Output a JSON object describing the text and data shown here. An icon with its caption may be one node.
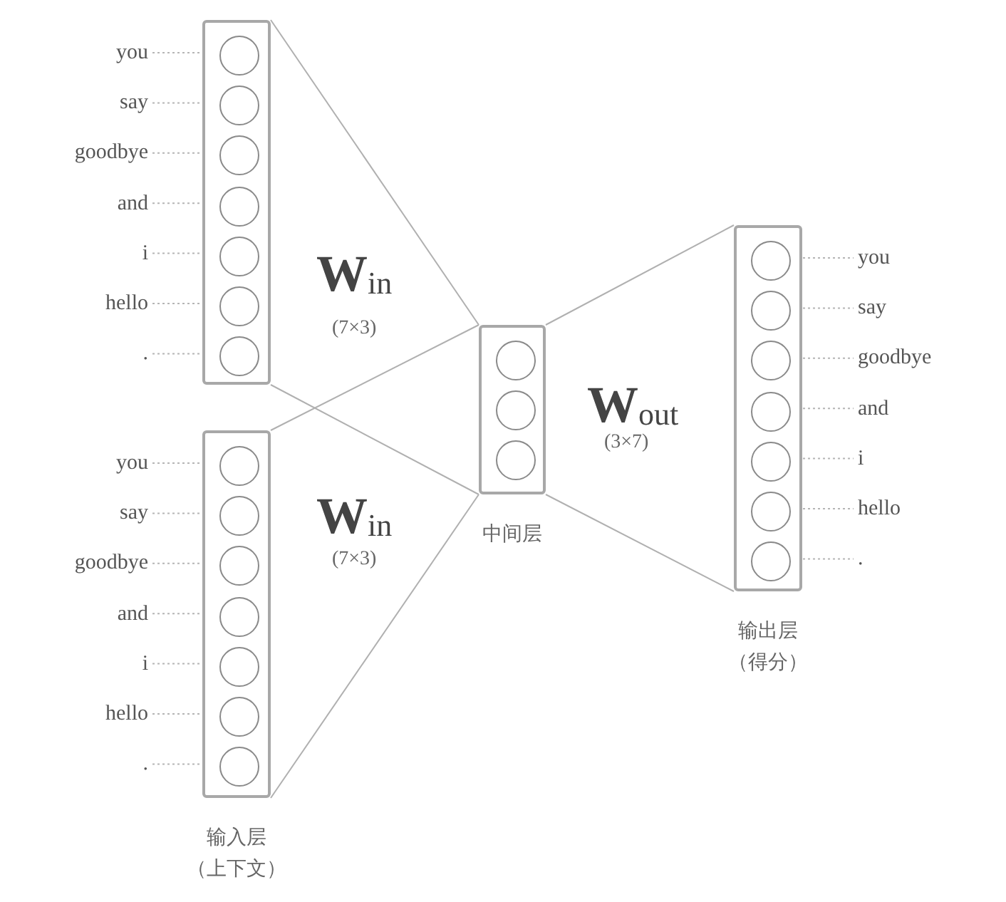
{
  "diagram": {
    "nodes": [
      {
        "text": [],
        "shape": "box"
      },
      {
        "text": [],
        "shape": "circle",
        "in": 0
      },
      {
        "text": [],
        "shape": "circle",
        "in": 0
      },
      {
        "text": [],
        "shape": "circle",
        "in": 0
      },
      {
        "text": [],
        "shape": "circle",
        "in": 0
      },
      {
        "text": [],
        "shape": "circle",
        "in": 0
      },
      {
        "text": [],
        "shape": "circle",
        "in": 0
      },
      {
        "text": [],
        "shape": "circle",
        "in": 0
      },
      {
        "text": [
          "you"
        ]
      },
      {
        "text": [
          "say"
        ]
      },
      {
        "text": [
          "goodbye"
        ]
      },
      {
        "text": [
          "and"
        ]
      },
      {
        "text": [
          "i"
        ]
      },
      {
        "text": [
          "hello"
        ]
      },
      {
        "text": [
          "."
        ]
      },
      {
        "text": [
          "输入层",
          "（上下文）"
        ]
      },
      {
        "text": [],
        "shape": "circle",
        "in": 15
      },
      {
        "text": [],
        "shape": "circle",
        "in": 15
      },
      {
        "text": [],
        "shape": "circle",
        "in": 15
      },
      {
        "text": [],
        "shape": "circle",
        "in": 15
      },
      {
        "text": [],
        "shape": "circle",
        "in": 15
      },
      {
        "text": [],
        "shape": "circle",
        "in": 15
      },
      {
        "text": [],
        "shape": "circle",
        "in": 15
      },
      {
        "text": [
          "you"
        ]
      },
      {
        "text": [
          "say"
        ]
      },
      {
        "text": [
          "goodbye"
        ]
      },
      {
        "text": [
          "and"
        ]
      },
      {
        "text": [
          "i"
        ]
      },
      {
        "text": [
          "hello"
        ]
      },
      {
        "text": [
          "."
        ]
      },
      {
        "text": [
          "中间层"
        ]
      },
      {
        "text": [],
        "shape": "circle",
        "in": 30
      },
      {
        "text": [],
        "shape": "circle",
        "in": 30
      },
      {
        "text": [],
        "shape": "circle",
        "in": 30
      },
      {
        "text": [
          "输出层",
          "（得分）"
        ]
      },
      {
        "text": [],
        "shape": "circle",
        "in": 34
      },
      {
        "text": [],
        "shape": "circle",
        "in": 34
      },
      {
        "text": [],
        "shape": "circle",
        "in": 34
      },
      {
        "text": [],
        "shape": "circle",
        "in": 34
      },
      {
        "text": [],
        "shape": "circle",
        "in": 34
      },
      {
        "text": [],
        "shape": "circle",
        "in": 34
      },
      {
        "text": [],
        "shape": "circle",
        "in": 34
      },
      {
        "text": [
          "you"
        ]
      },
      {
        "text": [
          "say"
        ]
      },
      {
        "text": [
          "goodbye"
        ]
      },
      {
        "text": [
          "and"
        ]
      },
      {
        "text": [
          "i"
        ]
      },
      {
        "text": [
          "hello"
        ]
      },
      {
        "text": [
          "."
        ]
      }
    ],
    "edges": [
      {
        "from": 8,
        "to": 1,
        "arrow": "none",
        "style": "dashed"
      },
      {
        "from": 9,
        "to": 2,
        "arrow": "none",
        "style": "dashed"
      },
      {
        "from": 10,
        "to": 3,
        "arrow": "none",
        "style": "dashed"
      },
      {
        "from": 11,
        "to": 4,
        "arrow": "none",
        "style": "dashed"
      },
      {
        "from": 12,
        "to": 5,
        "arrow": "none",
        "style": "dashed"
      },
      {
        "from": 13,
        "to": 6,
        "arrow": "none",
        "style": "dashed"
      },
      {
        "from": 14,
        "to": 7,
        "arrow": "none",
        "style": "dashed"
      },
      {
        "from": 23,
        "to": 16,
        "arrow": "none",
        "style": "dashed"
      },
      {
        "from": 24,
        "to": 17,
        "arrow": "none",
        "style": "dashed"
      },
      {
        "from": 25,
        "to": 18,
        "arrow": "none",
        "style": "dashed"
      },
      {
        "from": 26,
        "to": 19,
        "arrow": "none",
        "style": "dashed"
      },
      {
        "from": 27,
        "to": 20,
        "arrow": "none",
        "style": "dashed"
      },
      {
        "from": 28,
        "to": 21,
        "arrow": "none",
        "style": "dashed"
      },
      {
        "from": 29,
        "to": 22,
        "arrow": "none",
        "style": "dashed"
      },
      {
        "from": 35,
        "to": 42,
        "arrow": "none",
        "style": "dashed"
      },
      {
        "from": 36,
        "to": 43,
        "arrow": "none",
        "style": "dashed"
      },
      {
        "from": 37,
        "to": 44,
        "arrow": "none",
        "style": "dashed"
      },
      {
        "from": 38,
        "to": 45,
        "arrow": "none",
        "style": "dashed"
      },
      {
        "from": 39,
        "to": 46,
        "arrow": "none",
        "style": "dashed"
      },
      {
        "from": 40,
        "to": 47,
        "arrow": "none",
        "style": "dashed"
      },
      {
        "from": 41,
        "to": 48,
        "arrow": "none",
        "style": "dashed"
      },
      {
        "from": 0,
        "to": 30,
        "arrow": "none"
      },
      {
        "from": 0,
        "to": 30,
        "arrow": "none"
      },
      {
        "from": 15,
        "to": 30,
        "arrow": "none"
      },
      {
        "from": 15,
        "to": 30,
        "arrow": "none"
      },
      {
        "from": 30,
        "to": 34,
        "arrow": "none"
      },
      {
        "from": 30,
        "to": 34,
        "arrow": "none"
      }
    ],
    "labels": [
      "**W**$_{in}$",
      "(7×3)",
      "**W**$_{out}$",
      "(3×7)",
      "**W**$_{in}$",
      "(7×3)"
    ]
  }
}
